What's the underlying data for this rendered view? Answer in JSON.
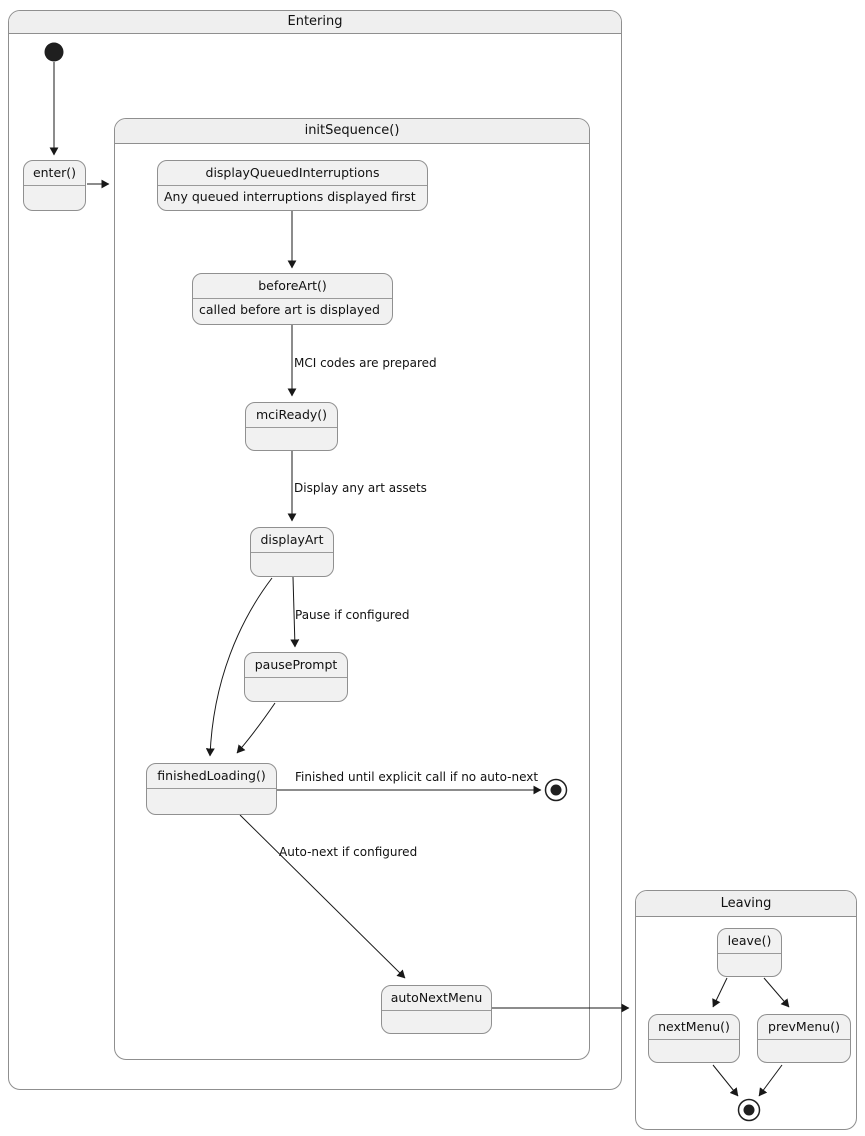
{
  "diagram": {
    "type": "state-diagram",
    "containers": {
      "entering": "Entering",
      "init_sequence": "initSequence()",
      "leaving": "Leaving"
    },
    "states": {
      "enter": {
        "title": "enter()"
      },
      "display_queued_interruptions": {
        "title": "displayQueuedInterruptions",
        "description": "Any queued interruptions displayed first"
      },
      "before_art": {
        "title": "beforeArt()",
        "description": "called before art is displayed"
      },
      "mci_ready": {
        "title": "mciReady()"
      },
      "display_art": {
        "title": "displayArt"
      },
      "pause_prompt": {
        "title": "pausePrompt"
      },
      "finished_loading": {
        "title": "finishedLoading()"
      },
      "auto_next_menu": {
        "title": "autoNextMenu"
      },
      "leave": {
        "title": "leave()"
      },
      "next_menu": {
        "title": "nextMenu()"
      },
      "prev_menu": {
        "title": "prevMenu()"
      }
    },
    "edge_labels": {
      "mci_codes": "MCI codes are prepared",
      "display_art_assets": "Display any art assets",
      "pause_if_configured": "Pause if configured",
      "finished_until": "Finished until explicit call if no auto-next",
      "auto_next": "Auto-next if configured"
    },
    "colors": {
      "state_fill": "#f1f1f1",
      "state_border": "#909090",
      "container_title_fill": "#efefef",
      "arrow": "#181818",
      "text": "#111111"
    }
  }
}
